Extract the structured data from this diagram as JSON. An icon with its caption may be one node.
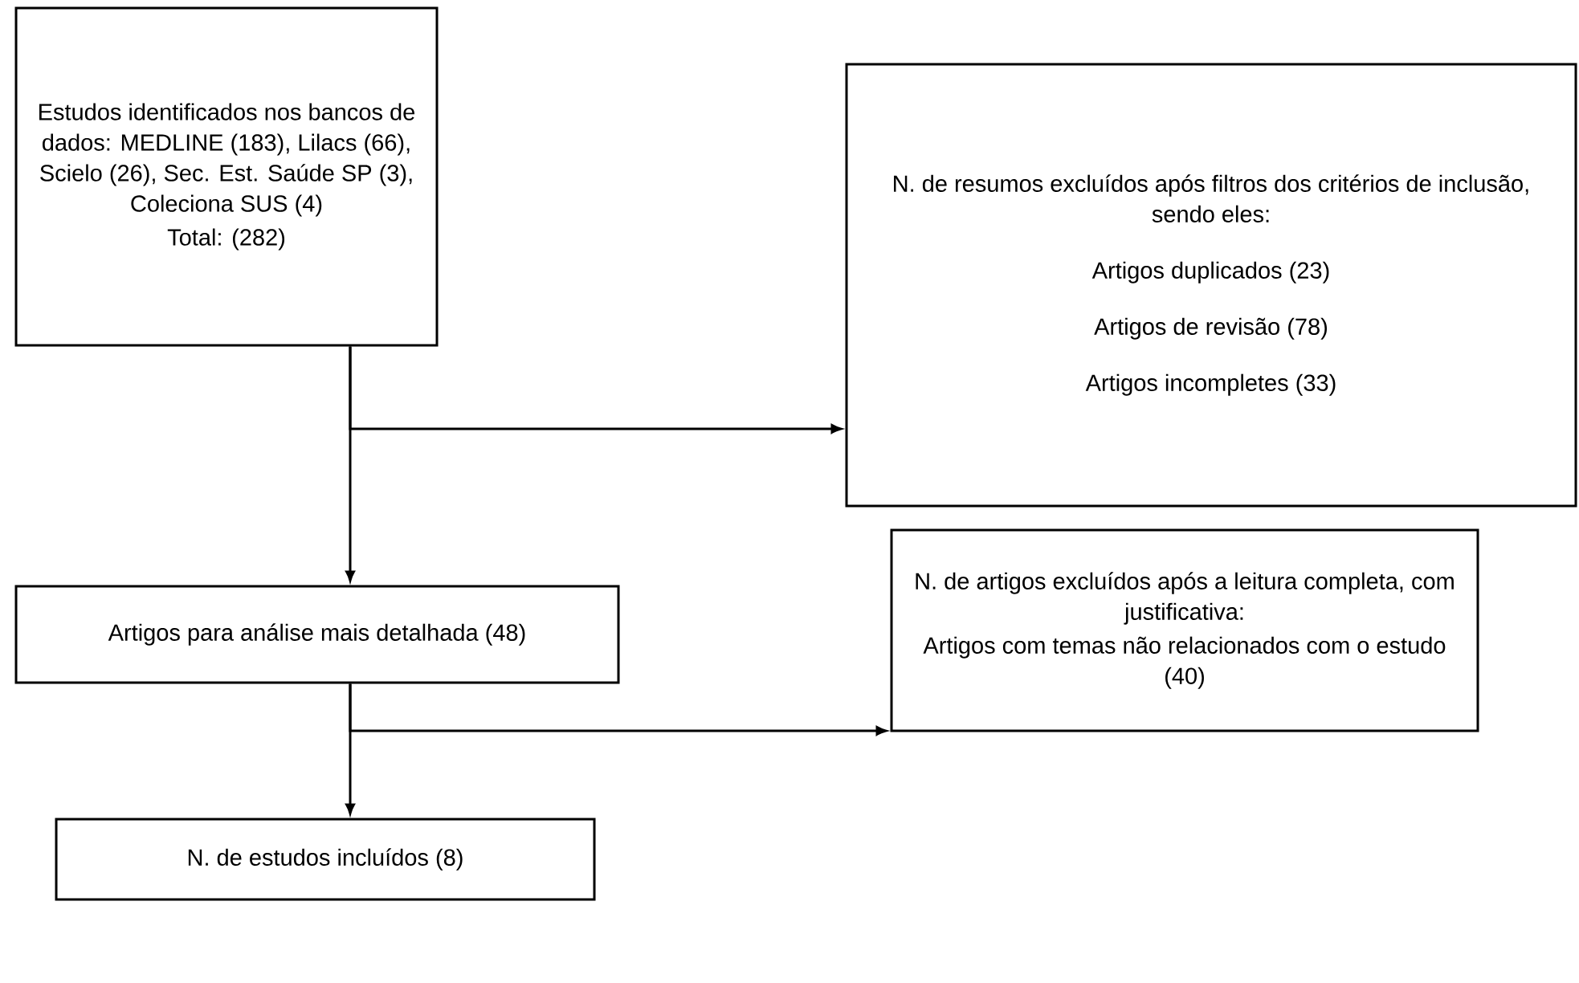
{
  "diagram": {
    "nodes": [
      {
        "text": [
          "Estudos identificados nos bancos de dados: MEDLINE (183), Lilacs (66), Scielo (26), Sec. Est. Saúde SP (3), Coleciona SUS (4)",
          "Total: (282)"
        ]
      },
      {
        "text": [
          "N. de resumos excluídos após filtros dos critérios de inclusão, sendo eles:",
          "Artigos duplicados (23)",
          "Artigos de revisão (78)",
          "Artigos incompletes (33)"
        ]
      },
      {
        "text": [
          "Artigos para análise mais detalhada (48)"
        ]
      },
      {
        "text": [
          "N. de artigos excluídos após a leitura completa, com justificativa:",
          "Artigos com temas não relacionados com o estudo (40)"
        ]
      },
      {
        "text": [
          "N. de estudos incluídos (8)"
        ]
      }
    ],
    "edges": [
      {
        "from": 0,
        "to": 2,
        "arrow": "to"
      },
      {
        "from": 0,
        "to": 1,
        "arrow": "to"
      },
      {
        "from": 2,
        "to": 4,
        "arrow": "to"
      },
      {
        "from": 2,
        "to": 3,
        "arrow": "to"
      }
    ]
  }
}
